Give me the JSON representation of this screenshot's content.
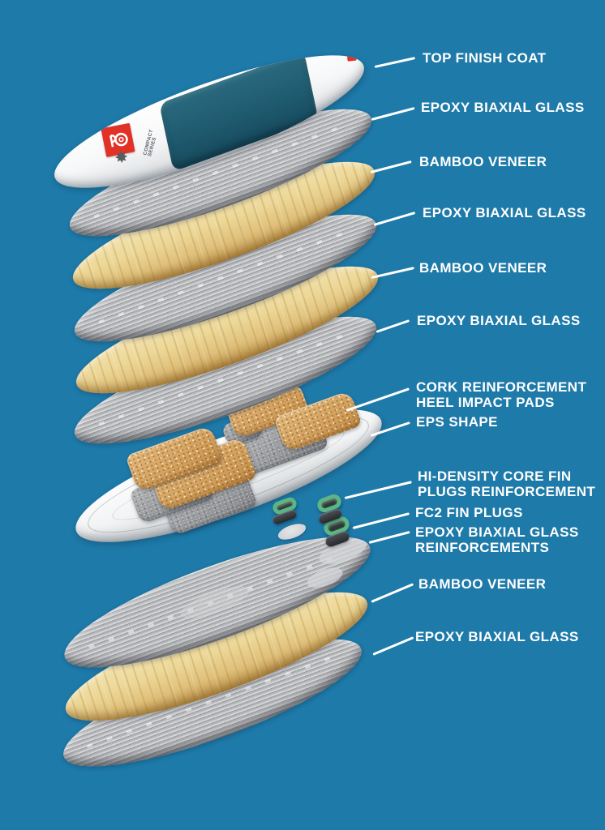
{
  "colors": {
    "background": "#1e7aa9",
    "label_text": "#ffffff",
    "leader_line": "#ffffff",
    "deck_white": "#f4f5f6",
    "deck_pad_teal": "#1f5b70",
    "brand_red": "#e23127",
    "glass_gray": "#a9abae",
    "bamboo_tan": "#e9d294",
    "cork_tan": "#d8a867",
    "eps_white": "#f2f3f4",
    "fin_plug_green": "#5cb586",
    "fin_plug_dark": "#33363b"
  },
  "board": {
    "series_label": "COMPACT SERIES"
  },
  "icons": {
    "series_emblem": "✸"
  },
  "labels": [
    {
      "l1": "TOP FINISH COAT"
    },
    {
      "l1": "EPOXY BIAXIAL GLASS"
    },
    {
      "l1": "BAMBOO VENEER"
    },
    {
      "l1": "EPOXY BIAXIAL GLASS"
    },
    {
      "l1": "BAMBOO VENEER"
    },
    {
      "l1": "EPOXY BIAXIAL GLASS"
    },
    {
      "l1": "CORK REINFORCEMENT",
      "l2": "HEEL IMPACT PADS"
    },
    {
      "l1": "EPS SHAPE"
    },
    {
      "l1": "HI-DENSITY CORE FIN",
      "l2": "PLUGS REINFORCEMENT"
    },
    {
      "l1": "FC2 FIN PLUGS"
    },
    {
      "l1": "EPOXY BIAXIAL GLASS",
      "l2": "REINFORCEMENTS"
    },
    {
      "l1": "BAMBOO VENEER"
    },
    {
      "l1": "EPOXY BIAXIAL GLASS"
    }
  ]
}
